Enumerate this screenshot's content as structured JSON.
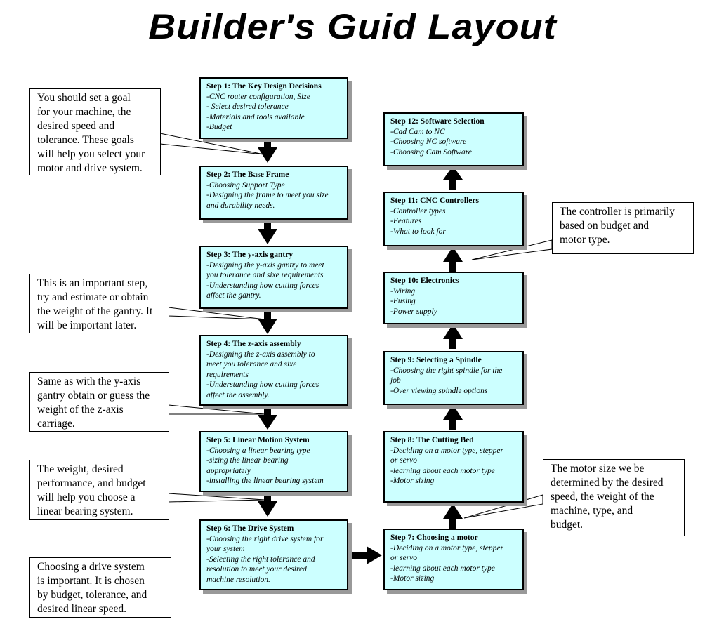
{
  "title": "Builder's Guid Layout",
  "steps": [
    {
      "title": "Step 1: The Key Design Decisions",
      "lines": [
        "-CNC router configuration, Size",
        "- Select desired tolerance",
        "-Materials and tools available",
        "-Budget"
      ]
    },
    {
      "title": "Step 2: The Base Frame",
      "lines": [
        "-Choosing Support Type",
        "-Designing the frame to meet you size",
        "and durability needs."
      ]
    },
    {
      "title": "Step 3: The y-axis gantry",
      "lines": [
        "-Designing the y-axis gantry to meet",
        "you tolerance and sixe requirements",
        "-Understanding how cutting forces",
        "affect the gantry."
      ]
    },
    {
      "title": "Step 4: The z-axis assembly",
      "lines": [
        "-Designing the z-axis assembly to",
        "meet you tolerance and sixe",
        "requirements",
        "-Understanding how cutting forces",
        "affect the assembly."
      ]
    },
    {
      "title": "Step 5: Linear Motion System",
      "lines": [
        "-Choosing a linear bearing type",
        "-sizing the linear bearing",
        "appropriately",
        "-installing the linear bearing system"
      ]
    },
    {
      "title": "Step 6: The Drive System",
      "lines": [
        "-Choosing the right drive system for",
        "your system",
        "-Selecting the right tolerance and",
        "resolution to meet your desired",
        "machine resolution."
      ]
    },
    {
      "title": "Step 7: Choosing a motor",
      "lines": [
        "-Deciding on a motor type, stepper",
        "or servo",
        "-learning about each motor type",
        "-Motor sizing"
      ]
    },
    {
      "title": "Step 8: The Cutting Bed",
      "lines": [
        "-Deciding on a motor type, stepper",
        "or servo",
        "-learning about each motor type",
        "-Motor sizing"
      ]
    },
    {
      "title": "Step 9: Selecting a Spindle",
      "lines": [
        "-Choosing the right spindle for the",
        "job",
        "-Over viewing spindle options"
      ]
    },
    {
      "title": "Step 10: Electronics",
      "lines": [
        "-Wiring",
        "-Fusing",
        "-Power supply"
      ]
    },
    {
      "title": "Step 11: CNC Controllers",
      "lines": [
        "-Controller types",
        "-Features",
        "-What to look for"
      ]
    },
    {
      "title": "Step 12: Software Selection",
      "lines": [
        "-Cad Cam to NC",
        "-Choosing NC software",
        "-Choosing Cam Software"
      ]
    }
  ],
  "notes": [
    {
      "lines": [
        "You should set a goal",
        "for your machine, the",
        "desired speed and",
        "tolerance. These goals",
        "will help you select your",
        "motor and drive system."
      ]
    },
    {
      "lines": [
        "This is an important step,",
        "try and estimate or obtain",
        "the weight of the gantry. It",
        "will be important later."
      ]
    },
    {
      "lines": [
        "Same as with the y-axis",
        "gantry obtain or guess the",
        "weight of the z-axis",
        "carriage."
      ]
    },
    {
      "lines": [
        "The weight, desired",
        "performance, and budget",
        "will help you choose a",
        "linear bearing system."
      ]
    },
    {
      "lines": [
        "Choosing a drive system",
        "is important. It is chosen",
        "by budget, tolerance, and",
        "desired linear speed."
      ]
    },
    {
      "lines": [
        "The controller is primarily",
        "based on budget and",
        "motor type."
      ]
    },
    {
      "lines": [
        "The motor size we be",
        "determined by the desired",
        "speed, the weight of the",
        "machine, type, and",
        "budget."
      ]
    }
  ]
}
